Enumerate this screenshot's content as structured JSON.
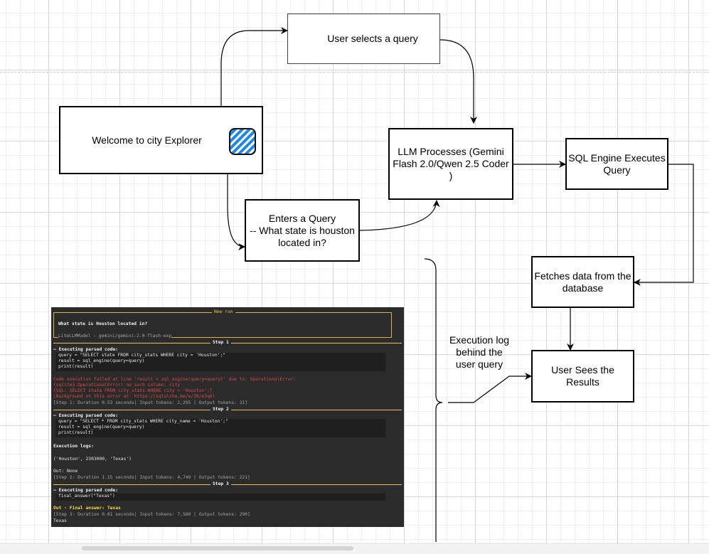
{
  "diagram": {
    "nodes": {
      "welcome": {
        "text": "Welcome to city Explorer",
        "icon": "striped-badge-icon"
      },
      "user_selects": {
        "text": "User selects a query",
        "icon": "play-triangle-icon"
      },
      "enters_query": {
        "text": "Enters a Query\n-- What state is houston\nlocated in?"
      },
      "llm": {
        "text": "LLM Processes (Gemini\nFlash 2.0/Qwen 2.5 Coder\n)"
      },
      "sql": {
        "text": "SQL Engine Executes\nQuery"
      },
      "fetch": {
        "text": "Fetches data from the\ndatabase"
      },
      "results": {
        "text": "User Sees the\nResults"
      }
    },
    "annotation": {
      "text": "Execution log\nbehind the\nuser query"
    }
  },
  "terminal": {
    "new_run": "New run",
    "question": "What state is Houston located in?",
    "model": "LiteLLMModel - gemini/gemini-2.0-flash-exp",
    "step1": "Step 1",
    "step2": "Step 2",
    "step3": "Step 3",
    "exec_header": "— Executing parsed code: ",
    "s1_code": [
      "query = \"SELECT state FROM city_stats WHERE city = 'Houston';\"",
      "result = sql_engine(query=query)",
      "print(result)"
    ],
    "s1_err": [
      "Code execution failed at line 'result = sql_engine(query=query)' due to: OperationalError:",
      "(sqlite3.OperationalError) no such column: city",
      "[SQL: SELECT state FROM city_stats WHERE city = 'Houston';]",
      "(Background on this error at: https://sqlalche.me/e/20/e3q8)"
    ],
    "s1_meta": "[Step 1: Duration 0.53 seconds| Input tokens: 2,295 | Output tokens: 31]",
    "s2_code": [
      "query = \"SELECT * FROM city_stats WHERE city_name = 'Houston';\"",
      "result = sql_engine(query=query)",
      "print(result)"
    ],
    "exec_logs_label": "Execution logs:",
    "exec_logs_value": "('Houston', 2303000, 'Texas')",
    "out_none": "Out: None",
    "s2_meta": "[Step 2: Duration 1.15 seconds| Input tokens: 4,749 | Output tokens: 221]",
    "s3_code": "final_answer(\"Texas\")",
    "final": "Out - Final answer: Texas",
    "s3_meta": "[Step 3: Duration 0.81 seconds| Input tokens: 7,580 | Output tokens: 290]",
    "last": "Texas"
  }
}
